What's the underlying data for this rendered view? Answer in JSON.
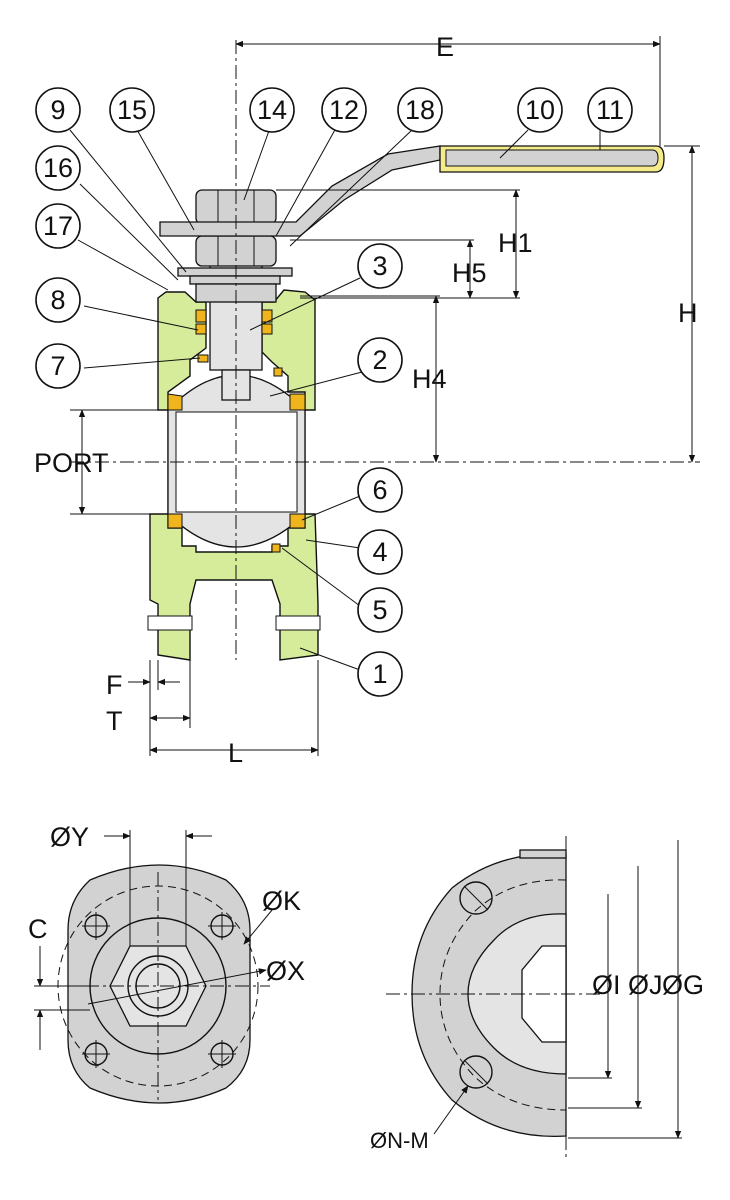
{
  "callouts": [
    "1",
    "2",
    "3",
    "4",
    "5",
    "6",
    "7",
    "8",
    "9",
    "10",
    "11",
    "12",
    "14",
    "15",
    "16",
    "17",
    "18"
  ],
  "dimensions": {
    "E": "E",
    "H": "H",
    "H1": "H1",
    "H4": "H4",
    "H5": "H5",
    "PORT": "PORT",
    "F": "F",
    "T": "T",
    "L": "L",
    "Y": "ØY",
    "K": "ØK",
    "X": "ØX",
    "C": "C",
    "I": "ØI",
    "J": "ØJ",
    "G": "ØG",
    "NM": "ØN-M"
  },
  "colors": {
    "body": "#d6ec9b",
    "seat": "#f0b41c",
    "handle_sleeve": "#f4ec8a",
    "steel": "#d2d2d2"
  }
}
